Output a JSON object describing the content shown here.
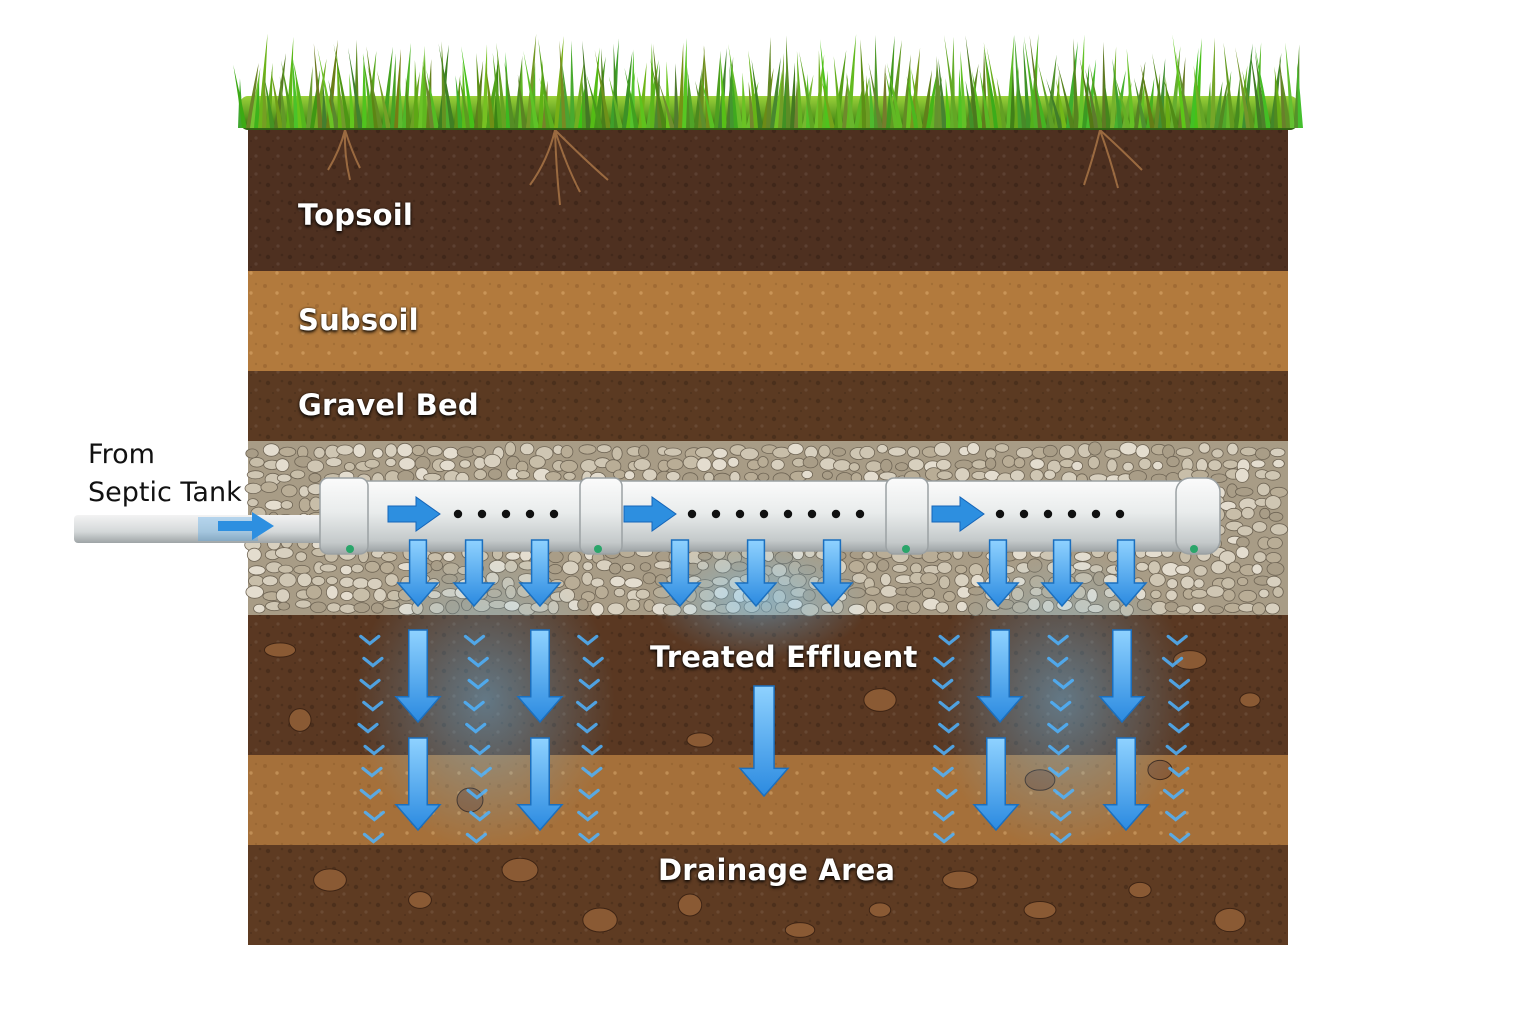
{
  "diagram": {
    "layers": {
      "topsoil": "Topsoil",
      "subsoil": "Subsoil",
      "gravel_bed": "Gravel Bed"
    },
    "inlet_label_line1": "From",
    "inlet_label_line2": "Septic Tank",
    "flow_label": "Treated Effluent",
    "drainage_label": "Drainage Area"
  },
  "colors": {
    "grass": "#5f9e22",
    "topsoil": "#4e3020",
    "subsoil": "#b27a3d",
    "dark_soil": "#5b3a22",
    "gravel": "#a89c86",
    "pipe": "#e8eaea",
    "flow_arrow": "#2d8fe0"
  },
  "icons": [
    "flow-arrow-icon",
    "pipe-hole-icon",
    "down-arrow-icon"
  ]
}
